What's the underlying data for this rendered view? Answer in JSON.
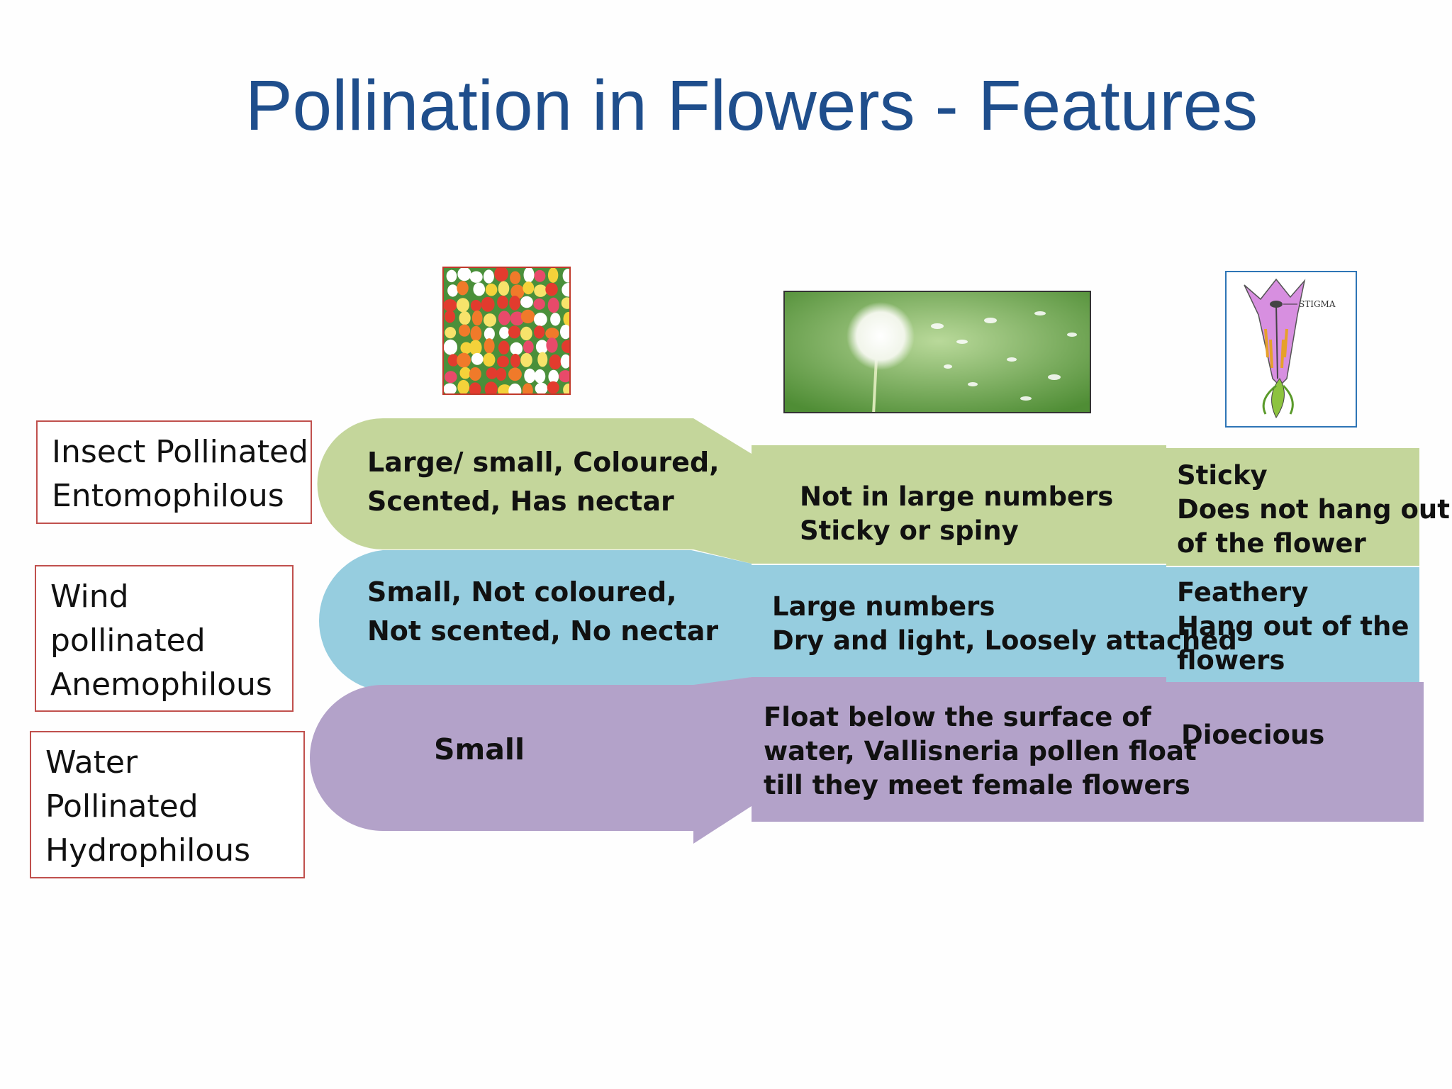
{
  "title": "Pollination in Flowers - Features",
  "colors": {
    "title": "#1f4e8c",
    "insect_band": "#c4d69b",
    "wind_band": "#96cddf",
    "water_band": "#b3a2c9",
    "label_border": "#c0504d"
  },
  "rows": [
    {
      "label_lines": [
        "Insect Pollinated",
        "Entomophilous"
      ],
      "flower": [
        "Large/ small, Coloured,",
        "Scented, Has nectar"
      ],
      "pollen": [
        "Not in large numbers",
        "Sticky or spiny"
      ],
      "stigma": [
        "Sticky",
        "Does not hang out",
        "of the flower"
      ]
    },
    {
      "label_lines": [
        "Wind",
        "pollinated",
        "Anemophilous"
      ],
      "flower": [
        "Small, Not coloured,",
        "Not scented, No nectar"
      ],
      "pollen": [
        "Large numbers",
        "Dry and light, Loosely attached"
      ],
      "stigma": [
        "Feathery",
        "Hang out of the",
        "flowers"
      ]
    },
    {
      "label_lines": [
        "Water",
        "Pollinated",
        "Hydrophilous"
      ],
      "flower": [
        "Small"
      ],
      "pollen": [
        "Float below the surface of",
        "water, Vallisneria pollen float",
        "till they meet female flowers"
      ],
      "stigma": [
        "Dioecious"
      ]
    }
  ],
  "images": {
    "flower_field": "tulip-field-image",
    "pollen": "dandelion-seeds-image",
    "stigma": "flower-diagram-image",
    "stigma_caption": "STIGMA"
  }
}
